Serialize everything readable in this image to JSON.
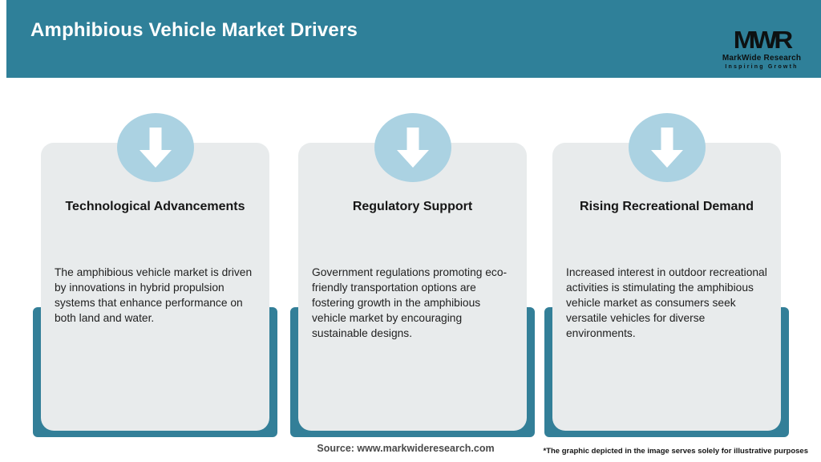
{
  "header": {
    "title": "Amphibious Vehicle Market Drivers",
    "bg_color": "#2F8099",
    "logo": {
      "acronym": "MWR",
      "name": "MarkWide Research",
      "tagline": "Inspiring Growth"
    }
  },
  "cards": [
    {
      "icon": "down-arrow-icon",
      "title": "Technological Advancements",
      "description": "The amphibious vehicle market is driven by innovations in hybrid propulsion systems that enhance performance on both land and water."
    },
    {
      "icon": "down-arrow-icon",
      "title": "Regulatory Support",
      "description": "Government regulations promoting eco-friendly transportation options are fostering growth in the amphibious vehicle market by encouraging sustainable designs."
    },
    {
      "icon": "down-arrow-icon",
      "title": "Rising Recreational Demand",
      "description": "Increased interest in outdoor recreational activities is stimulating the amphibious vehicle market as consumers seek versatile vehicles for diverse environments."
    }
  ],
  "footer": {
    "source": "Source: www.markwideresearch.com",
    "disclaimer": "*The graphic depicted in the image serves solely for illustrative purposes"
  },
  "colors": {
    "header_teal": "#2F8099",
    "panel_teal": "#337F98",
    "card_gray": "#E8EBEC",
    "circle_blue": "#ABD2E2",
    "arrow_white": "#FFFFFF"
  }
}
